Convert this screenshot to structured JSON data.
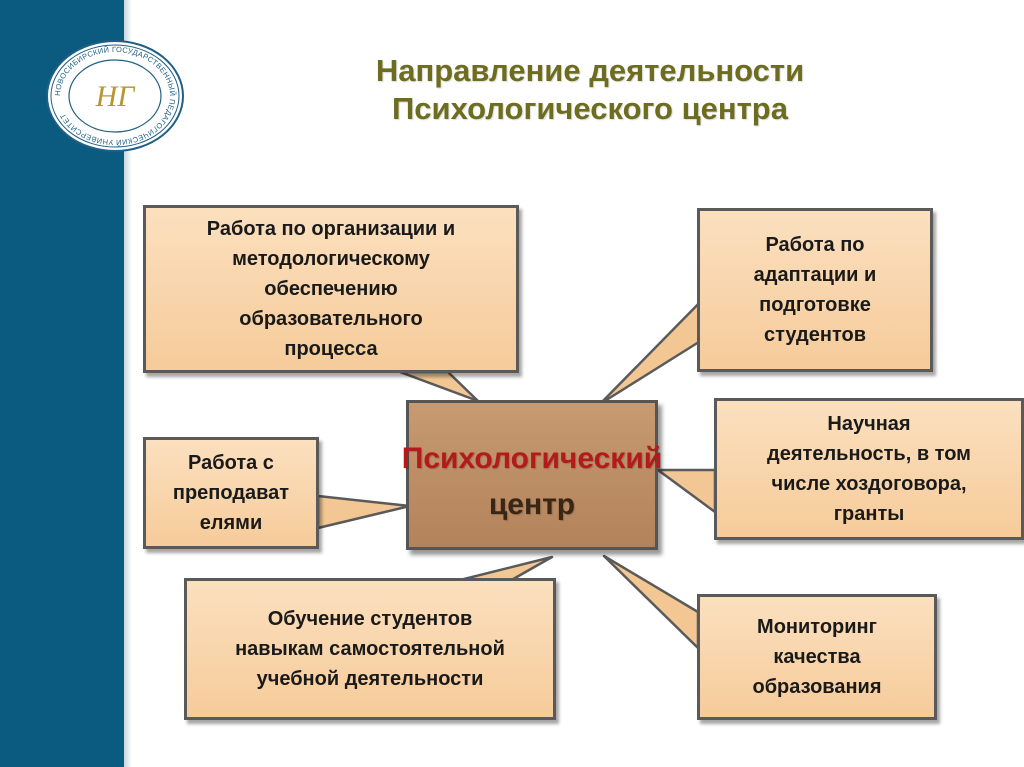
{
  "title": {
    "line1": "Направление деятельности",
    "line2": "Психологического центра"
  },
  "logo": {
    "ring_text": "НОВОСИБИРСКИЙ ГОСУДАРСТВЕННЫЙ ПЕДАГОГИЧЕСКИЙ УНИВЕРСИТЕТ",
    "monogram": "НГ"
  },
  "center": {
    "line1": "Психологический",
    "line2": "центр"
  },
  "callouts": {
    "organization": [
      "Работа по организации и",
      "методологическому",
      "обеспечению",
      "образовательного",
      "процесса"
    ],
    "adaptation": [
      "Работа по",
      "адаптации и",
      "подготовке",
      "студентов"
    ],
    "teachers": [
      "Работа с",
      "преподават",
      "елями"
    ],
    "science": [
      "Научная",
      "деятельность, в том",
      "числе хоздоговора,",
      "гранты"
    ],
    "training": [
      "Обучение студентов",
      "навыкам самостоятельной",
      "учебной деятельности"
    ],
    "monitoring": [
      "Мониторинг",
      "качества",
      "образования"
    ]
  },
  "colors": {
    "sidebar": "#0b5a80",
    "title": "#6e6d1f",
    "callout_fill": "#f6cb9a",
    "center_fill": "#b3835c",
    "center_text_top": "#b31b1b",
    "center_text_bottom": "#3a2614"
  }
}
